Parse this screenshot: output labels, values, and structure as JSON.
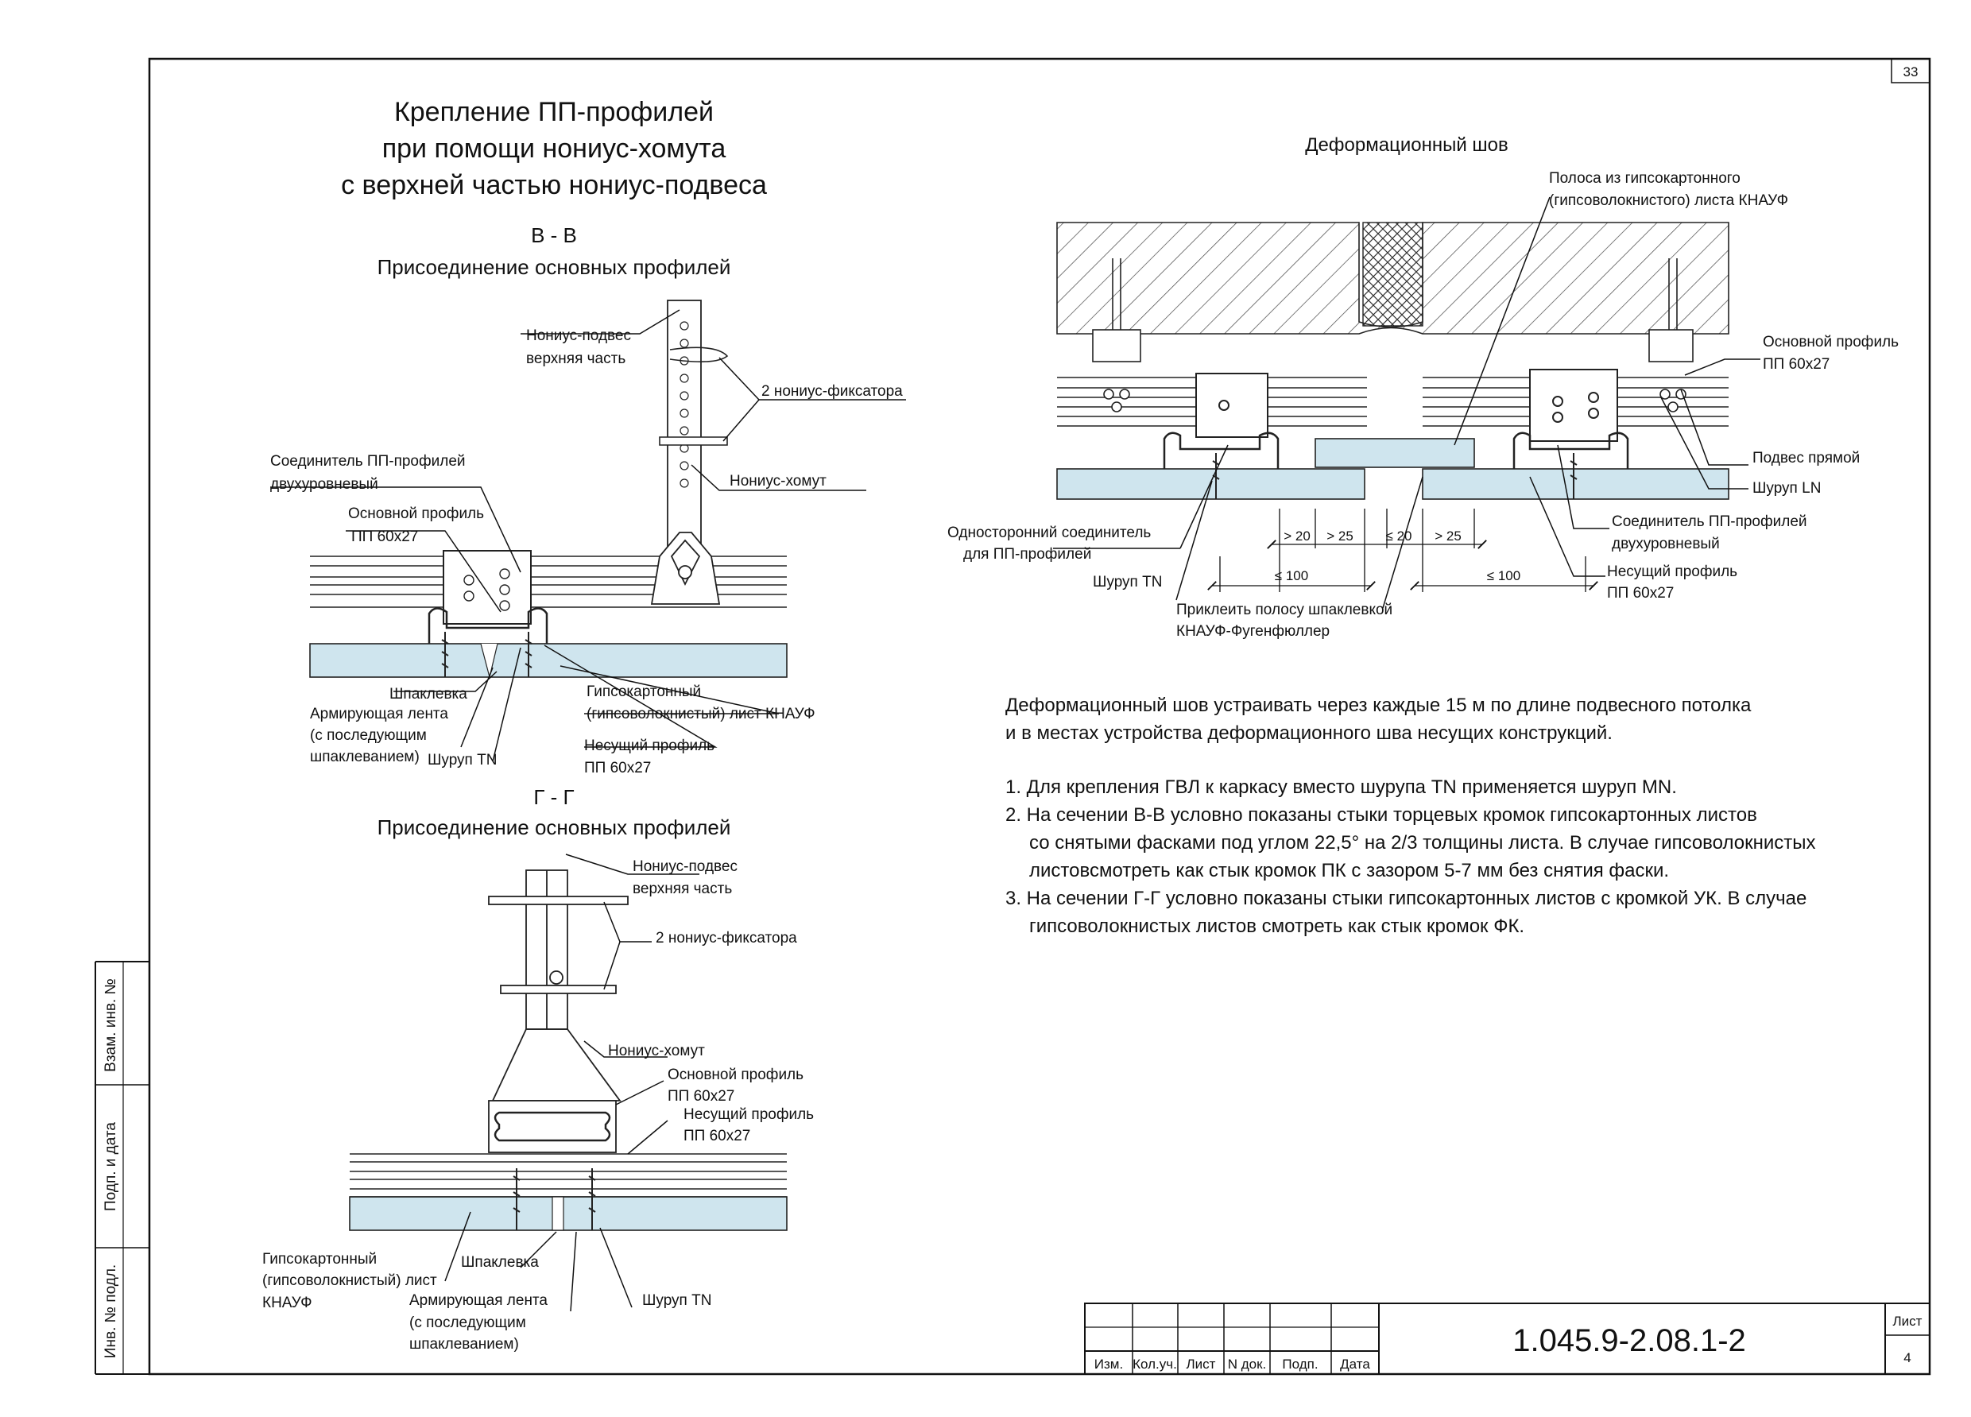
{
  "sheet": {
    "page_number": "33",
    "code": "1.045.9-2.08.1-2",
    "sheet_label": "Лист",
    "sheet_number": "4"
  },
  "title": {
    "line1": "Крепление ПП-профилей",
    "line2": "при помощи нониус-хомута",
    "line3": "с верхней частью нониус-подвеса"
  },
  "section_bb": {
    "mark": "В - В",
    "subtitle": "Присоединение основных профилей",
    "labels": {
      "nonius_upper_1": "Нониус-подвес",
      "nonius_upper_2": "верхняя часть",
      "fixators": "2 нониус-фиксатора",
      "clamp": "Нониус-хомут",
      "connector_1": "Соединитель ПП-профилей",
      "connector_2": "двухуровневый",
      "main_profile_1": "Основной профиль",
      "main_profile_2": "ПП 60x27",
      "putty": "Шпаклевка",
      "tape_1": "Армирующая лента",
      "tape_2": "(с последующим",
      "tape_3": "шпаклеванием)",
      "screw": "Шуруп TN",
      "board_1": "Гипсокартонный",
      "board_2": "(гипсоволокнистый) лист КНАУФ",
      "bearing_1": "Несущий профиль",
      "bearing_2": "ПП 60x27"
    }
  },
  "section_gg": {
    "mark": "Г - Г",
    "subtitle": "Присоединение основных профилей",
    "labels": {
      "nonius_upper_1": "Нониус-подвес",
      "nonius_upper_2": "верхняя часть",
      "fixators": "2 нониус-фиксатора",
      "clamp": "Нониус-хомут",
      "main_profile_1": "Основной профиль",
      "main_profile_2": "ПП 60x27",
      "bearing_1": "Несущий профиль",
      "bearing_2": "ПП 60x27",
      "board_1": "Гипсокартонный",
      "board_2": "(гипсоволокнистый) лист",
      "board_3": "КНАУФ",
      "putty": "Шпаклевка",
      "tape_1": "Армирующая лента",
      "tape_2": "(с последующим",
      "tape_3": "шпаклеванием)",
      "screw": "Шуруп TN"
    }
  },
  "joint": {
    "title": "Деформационный шов",
    "labels": {
      "strip_1": "Полоса из гипсокартонного",
      "strip_2": "(гипсоволокнистого) листа КНАУФ",
      "main_profile_1": "Основной профиль",
      "main_profile_2": "ПП 60x27",
      "hanger": "Подвес прямой",
      "screw_ln": "Шуруп LN",
      "connector_1": "Соединитель ПП-профилей",
      "connector_2": "двухуровневый",
      "bearing_1": "Несущий профиль",
      "bearing_2": "ПП 60x27",
      "single_1": "Односторонний соединитель",
      "single_2": "для ПП-профилей",
      "screw_tn": "Шуруп TN",
      "glue_1": "Приклеить полосу шпаклевкой",
      "glue_2": "КНАУФ-Фугенфюллер"
    },
    "dims": {
      "d1": "> 20",
      "d2": "> 25",
      "d3": "≤ 20",
      "d4": "> 25",
      "d5": "≤ 100",
      "d6": "≤ 100"
    }
  },
  "notes": {
    "para1_l1": "Деформационный шов устраивать через каждые 15 м по длине подвесного потолка",
    "para1_l2": "и в местах устройства деформационного шва несущих конструкций.",
    "n1": "1. Для крепления ГВЛ к каркасу вместо шурупа TN применяется шуруп MN.",
    "n2_l1": "2. На сечении В-В условно показаны стыки торцевых кромок гипсокартонных листов",
    "n2_l2": "со снятыми фасками под углом 22,5° на 2/3 толщины листа. В случае гипсоволокнистых",
    "n2_l3": "листовсмотреть как стык кромок ПК с зазором 5-7 мм без снятия фаски.",
    "n3_l1": "3. На сечении Г-Г условно показаны стыки гипсокартонных листов с кромкой УК. В случае",
    "n3_l2": "гипсоволокнистых листов смотреть как стык кромок ФК."
  },
  "stamp": {
    "izm": "Изм.",
    "kol": "Кол.уч.",
    "list": "Лист",
    "ndok": "N док.",
    "podp": "Подп.",
    "data": "Дата"
  },
  "side_stamp": {
    "vzam": "Взам. инв. №",
    "podp": "Подп. и дата",
    "inv": "Инв. № подл."
  }
}
